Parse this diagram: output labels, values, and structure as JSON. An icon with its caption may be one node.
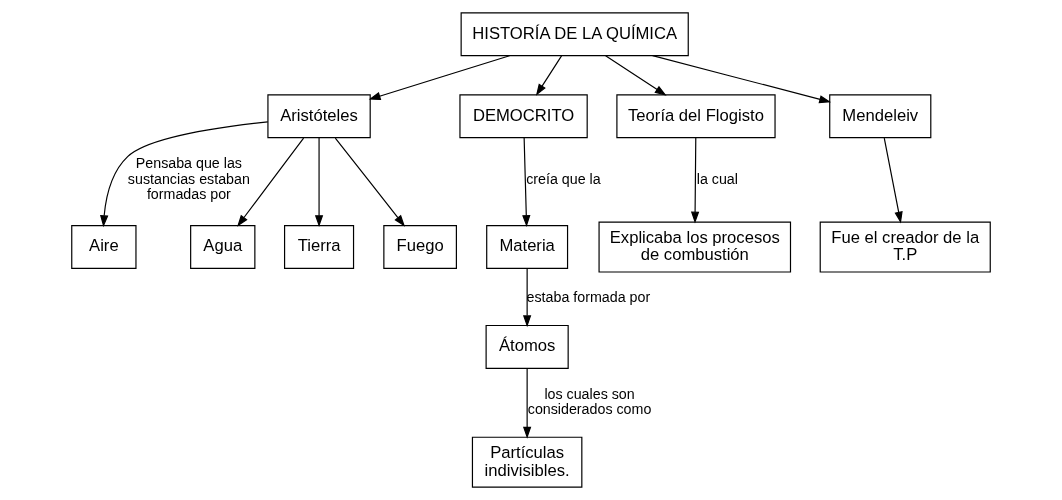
{
  "diagram": {
    "nodes": [
      {
        "text": [
          "HISTORÍA DE LA QUÍMICA"
        ]
      },
      {
        "text": [
          "Aristóteles"
        ]
      },
      {
        "text": [
          "DEMOCRITO"
        ]
      },
      {
        "text": [
          "Teoría del Flogisto"
        ]
      },
      {
        "text": [
          "Mendeleiv"
        ]
      },
      {
        "text": [
          "Aire"
        ]
      },
      {
        "text": [
          "Agua"
        ]
      },
      {
        "text": [
          "Tierra"
        ]
      },
      {
        "text": [
          "Fuego"
        ]
      },
      {
        "text": [
          "Materia"
        ]
      },
      {
        "text": [
          "Átomos"
        ]
      },
      {
        "text": [
          "Partículas indivisibles."
        ]
      },
      {
        "text": [
          "Explicaba los procesos de combustión"
        ]
      },
      {
        "text": [
          "Fue el creador de la T.P"
        ]
      }
    ],
    "edges": [
      {
        "from": 0,
        "to": 1,
        "arrow": "to"
      },
      {
        "from": 0,
        "to": 2,
        "arrow": "to"
      },
      {
        "from": 0,
        "to": 3,
        "arrow": "to"
      },
      {
        "from": 0,
        "to": 4,
        "arrow": "to"
      },
      {
        "from": 1,
        "to": 5,
        "arrow": "to",
        "label": "Pensaba que las sustancias estaban formadas por"
      },
      {
        "from": 1,
        "to": 6,
        "arrow": "to"
      },
      {
        "from": 1,
        "to": 7,
        "arrow": "to"
      },
      {
        "from": 1,
        "to": 8,
        "arrow": "to"
      },
      {
        "from": 2,
        "to": 9,
        "arrow": "to",
        "label": "creía que la"
      },
      {
        "from": 9,
        "to": 10,
        "arrow": "to",
        "label": "estaba formada por"
      },
      {
        "from": 10,
        "to": 11,
        "arrow": "to",
        "label": "los cuales son considerados como"
      },
      {
        "from": 3,
        "to": 12,
        "arrow": "to",
        "label": "la cual"
      },
      {
        "from": 4,
        "to": 13,
        "arrow": "to"
      }
    ]
  }
}
